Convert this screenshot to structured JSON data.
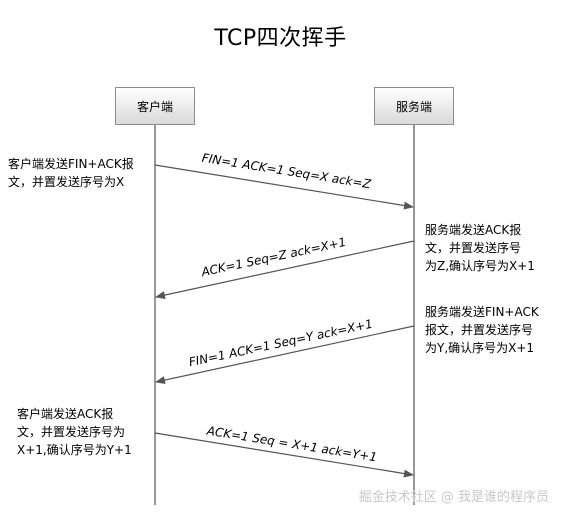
{
  "title": "TCP四次挥手",
  "client_label": "客户端",
  "server_label": "服务端",
  "messages": [
    {
      "label": "FIN=1 ACK=1  Seq=X  ack=Z",
      "direction": "client-to-server"
    },
    {
      "label": "ACK=1 Seq=Z ack=X+1",
      "direction": "server-to-client"
    },
    {
      "label": "FIN=1 ACK=1  Seq=Y  ack=X+1",
      "direction": "server-to-client"
    },
    {
      "label": "ACK=1 Seq = X+1 ack=Y+1",
      "direction": "client-to-server"
    }
  ],
  "notes": [
    "客户端发送FIN+ACK报\n文，并置发送序号为X",
    "服务端发送ACK报\n文，并置发送序号\n为Z,确认序号为X+1",
    "服务端发送FIN+ACK\n报文，并置发送序号\n为Y,确认序号为X+1",
    "客户端发送ACK报\n文，并置发送序号为\nX+1,确认序号为Y+1"
  ],
  "watermark": "掘金技术社区 @ 我是谁的程序员",
  "colors": {
    "line": "#555555",
    "box_border": "#8c8c8c",
    "watermark": "#c8c8c8"
  }
}
